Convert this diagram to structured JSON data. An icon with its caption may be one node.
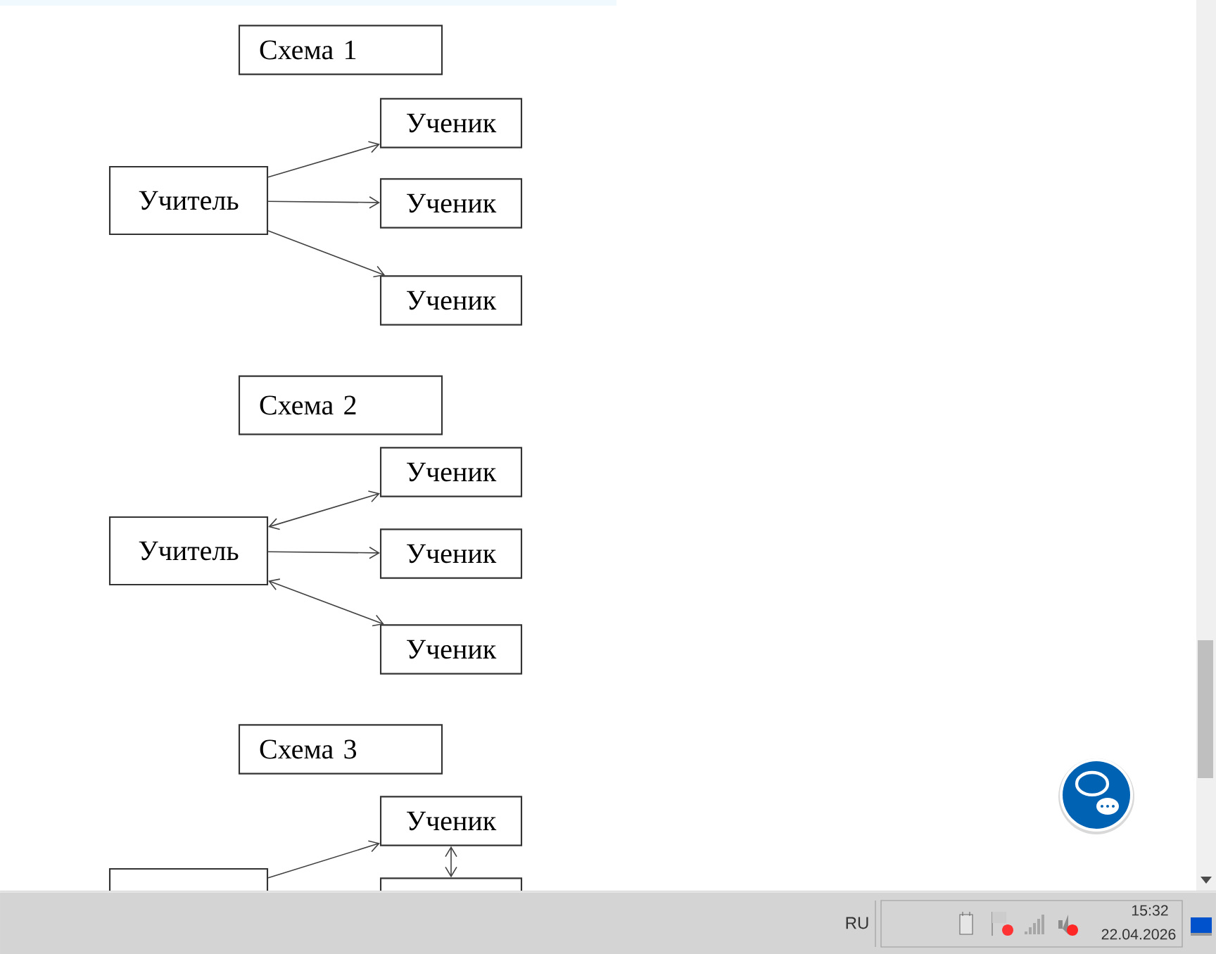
{
  "diagram": {
    "nodes": [
      {
        "text": [
          "Схема 1"
        ]
      },
      {
        "text": [
          "Учитель"
        ]
      },
      {
        "text": [
          "Ученик"
        ]
      },
      {
        "text": [
          "Ученик"
        ]
      },
      {
        "text": [
          "Ученик"
        ]
      },
      {
        "text": [
          "Схема 2"
        ]
      },
      {
        "text": [
          "Учитель"
        ]
      },
      {
        "text": [
          "Ученик"
        ]
      },
      {
        "text": [
          "Ученик"
        ]
      },
      {
        "text": [
          "Ученик"
        ]
      },
      {
        "text": [
          "Схема 3"
        ]
      },
      {
        "text": [],
        "shape": "box"
      },
      {
        "text": [
          "Ученик"
        ]
      },
      {
        "text": [],
        "shape": "box"
      }
    ],
    "edges": [
      {
        "from": 1,
        "to": 2,
        "arrow": "to"
      },
      {
        "from": 1,
        "to": 3,
        "arrow": "to"
      },
      {
        "from": 1,
        "to": 4,
        "arrow": "to"
      },
      {
        "from": 6,
        "to": 7,
        "arrow": "both"
      },
      {
        "from": 6,
        "to": 8,
        "arrow": "to"
      },
      {
        "from": 6,
        "to": 9,
        "arrow": "both"
      },
      {
        "from": 11,
        "to": 12,
        "arrow": "to"
      },
      {
        "from": 12,
        "to": 13,
        "arrow": "both"
      }
    ],
    "labels": [
      "RU",
      "15:32",
      "22.04.2026"
    ]
  }
}
